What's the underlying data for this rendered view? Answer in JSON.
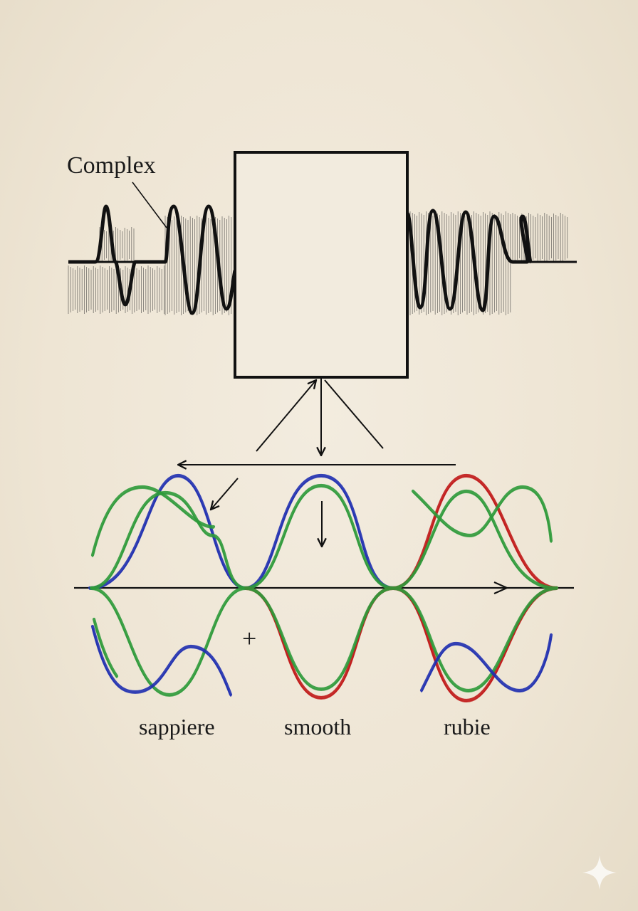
{
  "signal_label": "Complex",
  "plus_symbol": "+",
  "curve_labels": {
    "sapphire": "sappiere",
    "smooth": "smooth",
    "ruby": "rubie"
  },
  "colors": {
    "paper": "#efe7d8",
    "ink": "#111111",
    "blue": "#1f2fb0",
    "green": "#2e9a3a",
    "red": "#c01818"
  },
  "icons": [
    "sparkle-icon"
  ]
}
